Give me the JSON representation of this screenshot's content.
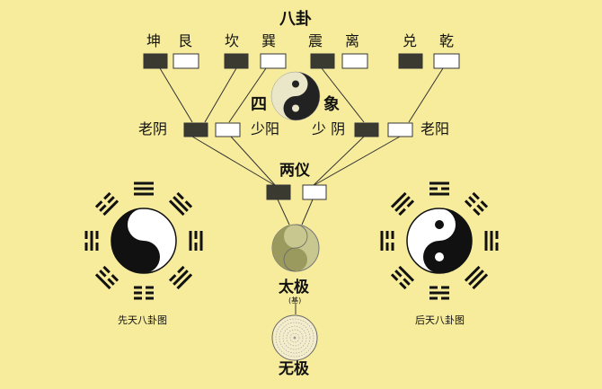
{
  "title": "八卦",
  "bagua_row": {
    "items": [
      {
        "a": "坤",
        "b": "艮"
      },
      {
        "a": "坎",
        "b": "巽"
      },
      {
        "a": "震",
        "b": "离"
      },
      {
        "a": "兑",
        "b": "乾"
      }
    ]
  },
  "sixiang": {
    "char_left": "四",
    "char_right": "象",
    "labels": [
      "老阴",
      "少阳",
      "少 阴",
      "老阳"
    ]
  },
  "liangyi": "两仪",
  "taiji": "太极",
  "taiji_note": "(基)",
  "wuji": "无极",
  "xiantian_caption": "先天八卦图",
  "houtian_caption": "后天八卦图",
  "colors": {
    "background": "#f7ec9c",
    "yin_box": "#3a3a30",
    "yang_box": "#ffffff",
    "line": "#333333"
  }
}
